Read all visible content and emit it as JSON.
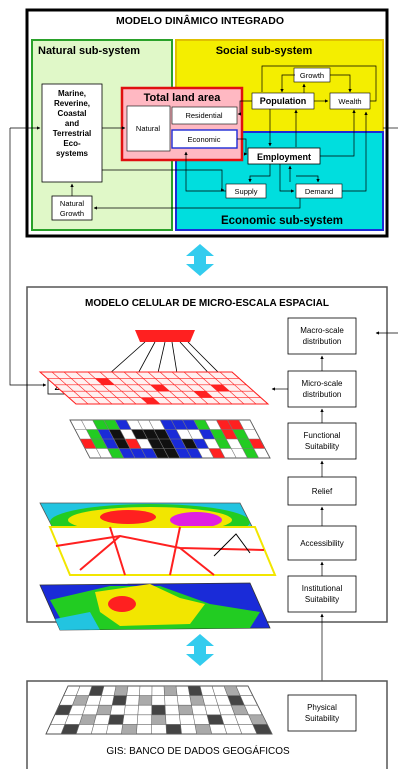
{
  "top_panel": {
    "title": "MODELO DINÂMICO INTEGRADO",
    "natural": {
      "title": "Natural sub-system",
      "ecosystem_lines": [
        "Marine,",
        "Reverine,",
        "Coastal",
        "and",
        "Terrestrial",
        "Eco-",
        "systems"
      ],
      "growth_lines": [
        "Natural",
        "Growth"
      ]
    },
    "social": {
      "title": "Social sub-system",
      "growth": "Growth",
      "population": "Population",
      "wealth": "Wealth"
    },
    "land": {
      "title": "Total land area",
      "natural": "Natural",
      "residential": "Residential",
      "economic": "Economic"
    },
    "economic": {
      "title": "Economic sub-system",
      "employment": "Employment",
      "supply": "Supply",
      "demand": "Demand"
    }
  },
  "middle_panel": {
    "title": "MODELO CELULAR DE MICRO-ESCALA ESPACIAL",
    "sum_symbol": "Σ",
    "steps": [
      [
        "Macro-scale",
        "distribution"
      ],
      [
        "Micro-scale",
        "distribution"
      ],
      [
        "Functional",
        "Suitability"
      ],
      [
        "Relief"
      ],
      [
        "Accessibility"
      ],
      [
        "Institutional",
        "Suitability"
      ]
    ]
  },
  "bottom_panel": {
    "physical_lines": [
      "Physical",
      "Suitability"
    ],
    "caption": "GIS:  BANCO DE DADOS GEOGÁFICOS"
  },
  "colors": {
    "natural_bg": "#e0f8c8",
    "natural_border": "#2aa12a",
    "social_bg": "#f4ee00",
    "social_border": "#e0c000",
    "economic_bg": "#00dede",
    "economic_border": "#1d2ad6",
    "land_bg": "#ffb8c2",
    "land_border": "#e01010",
    "arrow": "#33ccee",
    "layer_red": "#ff2020",
    "layer_green": "#22cc22",
    "layer_blue": "#1a2bd8",
    "layer_yellow": "#f2e600",
    "layer_cyan": "#22c4e0",
    "layer_magenta": "#e020e0"
  }
}
